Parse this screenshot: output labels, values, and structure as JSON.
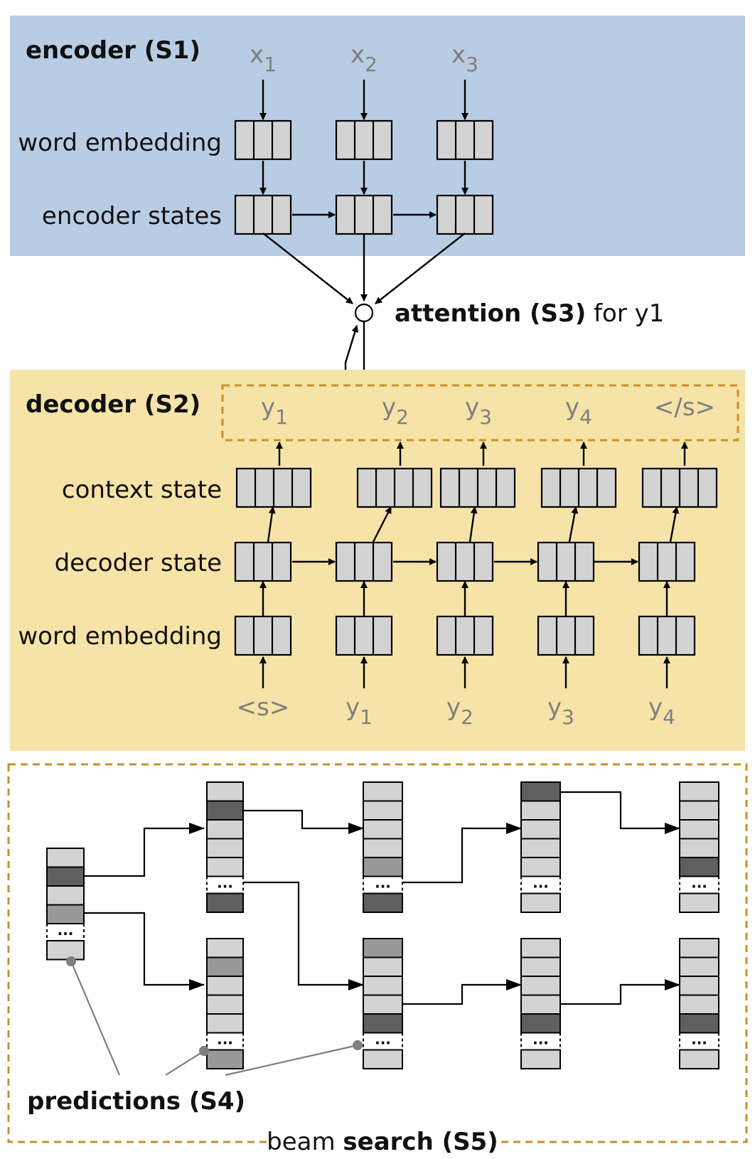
{
  "encoder": {
    "title": "encoder (S1)",
    "row_labels": {
      "word_embedding": "word embedding",
      "encoder_states": "encoder states"
    },
    "inputs": [
      {
        "base": "x",
        "sub": "1"
      },
      {
        "base": "x",
        "sub": "2"
      },
      {
        "base": "x",
        "sub": "3"
      }
    ],
    "bg_color": "#b8cde4"
  },
  "attention": {
    "bold": "attention (S3)",
    "rest": " for y1"
  },
  "decoder": {
    "title": "decoder (S2)",
    "row_labels": {
      "context_state": "context state",
      "decoder_state": "decoder state",
      "word_embedding": "word embedding"
    },
    "outputs": [
      {
        "base": "y",
        "sub": "1"
      },
      {
        "base": "y",
        "sub": "2"
      },
      {
        "base": "y",
        "sub": "3"
      },
      {
        "base": "y",
        "sub": "4"
      },
      {
        "base": "</s>",
        "sub": ""
      }
    ],
    "inputs": [
      {
        "base": "<s>",
        "sub": ""
      },
      {
        "base": "y",
        "sub": "1"
      },
      {
        "base": "y",
        "sub": "2"
      },
      {
        "base": "y",
        "sub": "3"
      },
      {
        "base": "y",
        "sub": "4"
      }
    ],
    "bg_color": "#f6e3a8",
    "frame_color": "#c8902a"
  },
  "beam": {
    "label_plain": "beam ",
    "label_bold": "search (S5)",
    "predictions_label": "predictions (S4)",
    "ellipsis": "...",
    "frame_color": "#c8902a",
    "shades": {
      "light": "#d3d3d3",
      "mid": "#999999",
      "dark": "#5f5f5f"
    }
  }
}
